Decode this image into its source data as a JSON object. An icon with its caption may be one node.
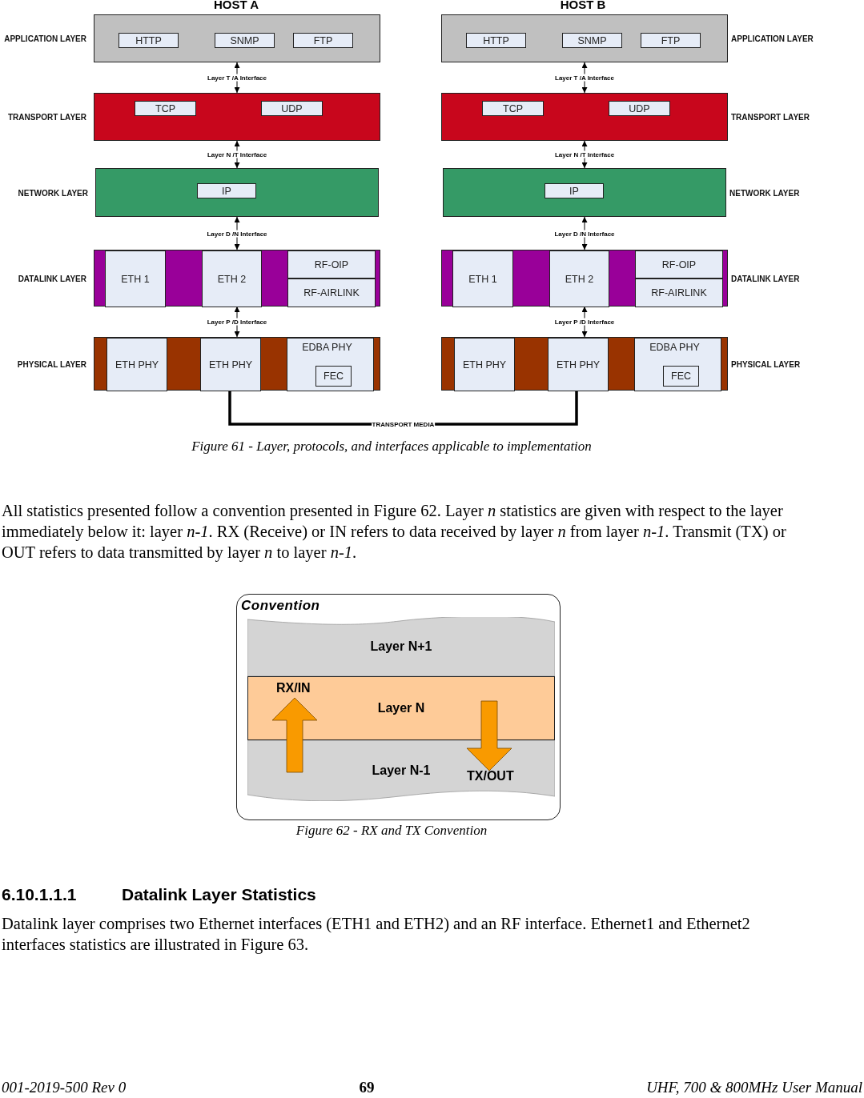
{
  "diagram": {
    "nodes": [
      {
        "text": [
          "APPLICATION LAYER"
        ]
      },
      {
        "text": [
          "HTTP"
        ],
        "in": 0
      },
      {
        "text": [
          "SNMP"
        ],
        "in": 0
      },
      {
        "text": [
          "FTP"
        ],
        "in": 0
      },
      {
        "text": [
          "TRANSPORT LAYER"
        ]
      },
      {
        "text": [
          "TCP"
        ],
        "in": 4
      },
      {
        "text": [
          "UDP"
        ],
        "in": 4
      },
      {
        "text": [
          "NETWORK LAYER"
        ]
      },
      {
        "text": [
          "IP"
        ],
        "in": 7
      },
      {
        "text": [
          "DATALINK LAYER"
        ]
      },
      {
        "text": [
          "ETH 1"
        ],
        "in": 9
      },
      {
        "text": [
          "ETH 2"
        ],
        "in": 9
      },
      {
        "text": [
          "RF-OIP"
        ],
        "in": 9
      },
      {
        "text": [
          "RF-AIRLINK"
        ],
        "in": 9
      },
      {
        "text": [
          "PHYSICAL LAYER"
        ]
      },
      {
        "text": [
          "ETH PHY"
        ],
        "in": 14
      },
      {
        "text": [
          "ETH PHY"
        ],
        "in": 14
      },
      {
        "text": [
          "EDBA PHY"
        ],
        "in": 14
      },
      {
        "text": [
          "FEC"
        ],
        "in": 17
      },
      {
        "text": [
          "APPLICATION LAYER"
        ]
      },
      {
        "text": [
          "HTTP"
        ],
        "in": 19
      },
      {
        "text": [
          "SNMP"
        ],
        "in": 19
      },
      {
        "text": [
          "FTP"
        ],
        "in": 19
      },
      {
        "text": [
          "TRANSPORT LAYER"
        ]
      },
      {
        "text": [
          "TCP"
        ],
        "in": 23
      },
      {
        "text": [
          "UDP"
        ],
        "in": 23
      },
      {
        "text": [
          "NETWORK LAYER"
        ]
      },
      {
        "text": [
          "IP"
        ],
        "in": 26
      },
      {
        "text": [
          "DATALINK LAYER"
        ]
      },
      {
        "text": [
          "ETH 1"
        ],
        "in": 28
      },
      {
        "text": [
          "ETH 2"
        ],
        "in": 28
      },
      {
        "text": [
          "RF-OIP"
        ],
        "in": 28
      },
      {
        "text": [
          "RF-AIRLINK"
        ],
        "in": 28
      },
      {
        "text": [
          "PHYSICAL LAYER"
        ]
      },
      {
        "text": [
          "ETH PHY"
        ],
        "in": 33
      },
      {
        "text": [
          "ETH PHY"
        ],
        "in": 33
      },
      {
        "text": [
          "EDBA PHY"
        ],
        "in": 33
      },
      {
        "text": [
          "FEC"
        ],
        "in": 36
      },
      {
        "text": [
          "Convention"
        ]
      },
      {
        "text": [
          "Layer N+1"
        ],
        "in": 38
      },
      {
        "text": [
          "Layer N"
        ],
        "in": 38
      },
      {
        "text": [
          "Layer N-1"
        ],
        "in": 38
      }
    ],
    "edges": [
      {
        "from": 0,
        "to": 4,
        "arrow": "both",
        "label": "Layer T /A Interface"
      },
      {
        "from": 4,
        "to": 7,
        "arrow": "both",
        "label": "Layer N /T Interface"
      },
      {
        "from": 7,
        "to": 9,
        "arrow": "both",
        "label": "Layer D /N Interface"
      },
      {
        "from": 9,
        "to": 14,
        "arrow": "both",
        "label": "Layer P /D Interface"
      },
      {
        "from": 19,
        "to": 23,
        "arrow": "both",
        "label": "Layer T /A Interface"
      },
      {
        "from": 23,
        "to": 26,
        "arrow": "both",
        "label": "Layer N /T Interface"
      },
      {
        "from": 26,
        "to": 28,
        "arrow": "both",
        "label": "Layer D /N Interface"
      },
      {
        "from": 28,
        "to": 33,
        "arrow": "both",
        "label": "Layer P /D Interface"
      },
      {
        "from": 14,
        "to": 33,
        "arrow": "none",
        "label": "TRANSPORT MEDIA",
        "style": "thick"
      },
      {
        "from": 41,
        "to": 40,
        "arrow": "to",
        "label": "RX/IN",
        "style": "thick",
        "color": "#f99a00"
      },
      {
        "from": 40,
        "to": 41,
        "arrow": "to",
        "label": "TX/OUT",
        "style": "thick",
        "color": "#f99a00"
      }
    ],
    "labels": [
      "HOST A",
      "HOST B",
      "Figure 61 - Layer, protocols, and interfaces applicable to implementation",
      "All statistics presented follow a convention presented in Figure 62. Layer *n* statistics are given with respect to the layer immediately below it: layer *n-1*. RX (Receive) or IN refers to data received by layer *n* from layer *n-1*. Transmit (TX) or OUT refers to data transmitted by layer *n* to layer *n-1*.",
      "Figure 62 - RX and TX Convention",
      "6.10.1.1.1",
      "Datalink Layer Statistics",
      "Datalink layer comprises two Ethernet interfaces (ETH1 and ETH2) and an RF interface. Ethernet1 and Ethernet2 interfaces statistics are illustrated in Figure 63.",
      "001-2019-500 Rev 0",
      "69",
      "UHF, 700 & 800MHz User Manual"
    ]
  }
}
